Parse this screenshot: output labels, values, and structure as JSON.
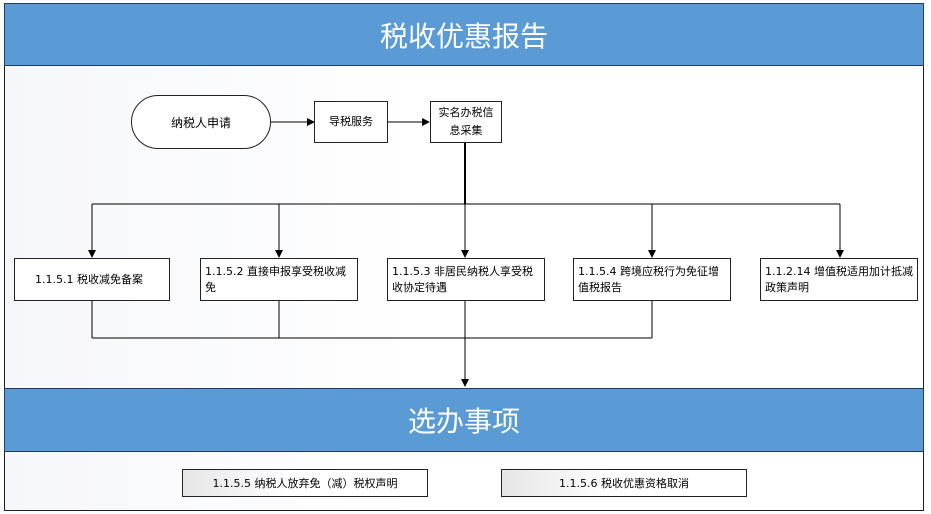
{
  "header": {
    "title": "税收优惠报告"
  },
  "flow": {
    "start": "纳税人申请",
    "step1": "导税服务",
    "step2": "实名办税信息采集",
    "branches": [
      "1.1.5.1 税收减免备案",
      "1.1.5.2 直接申报享受税收减免",
      "1.1.5.3 非居民纳税人享受税收协定待遇",
      "1.1.5.4 跨境应税行为免征增值税报告",
      "1.1.2.14 增值税适用加计抵减政策声明"
    ]
  },
  "optional_section": {
    "title": "选办事项",
    "items": [
      "1.1.5.5 纳税人放弃免（减）税权声明",
      "1.1.5.6 税收优惠资格取消"
    ]
  },
  "colors": {
    "banner": "#5b9bd5",
    "line": "#000000"
  }
}
